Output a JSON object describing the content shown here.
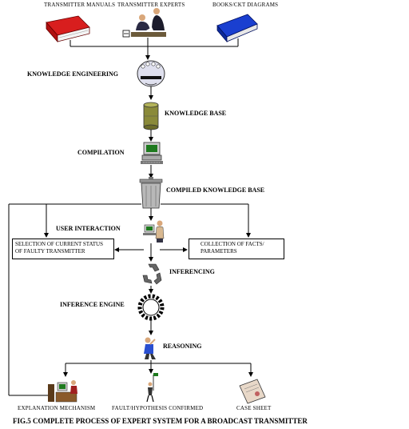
{
  "diagram": {
    "sources": {
      "manuals_label": "TRANSMITTER MANUALS",
      "experts_label": "TRANSMITTER EXPERTS",
      "books_label": "BOOKS/CKT DIAGRAMS"
    },
    "stages": {
      "knowledge_engineering": "KNOWLEDGE ENGINEERING",
      "knowledge_base": "KNOWLEDGE BASE",
      "compilation": "COMPILATION",
      "compiled_knowledge_base": "COMPILED KNOWLEDGE BASE",
      "user_interaction": "USER INTERACTION",
      "inferencing": "INFERENCING",
      "inference_engine": "INFERENCE ENGINE",
      "reasoning": "REASONING"
    },
    "boxes": {
      "selection": "SELECTION OF CURRENT STATUS OF FAULTY TRANSMITTER",
      "collection": "COLLECTION OF FACTS/ PARAMETERS"
    },
    "outputs": {
      "explanation": "EXPLANATION MECHANISM",
      "fault": "FAULT/HYPOTHESIS CONFIRMED",
      "case_sheet": "CASE SHEET"
    },
    "caption": "FIG.5 COMPLETE PROCESS OF EXPERT SYSTEM FOR A BROADCAST TRANSMITTER",
    "colors": {
      "manual_red": "#d81e1e",
      "book_blue": "#1a3fd0",
      "screen_green": "#1e7a1e",
      "drum_olive": "#8a8a3a"
    }
  }
}
